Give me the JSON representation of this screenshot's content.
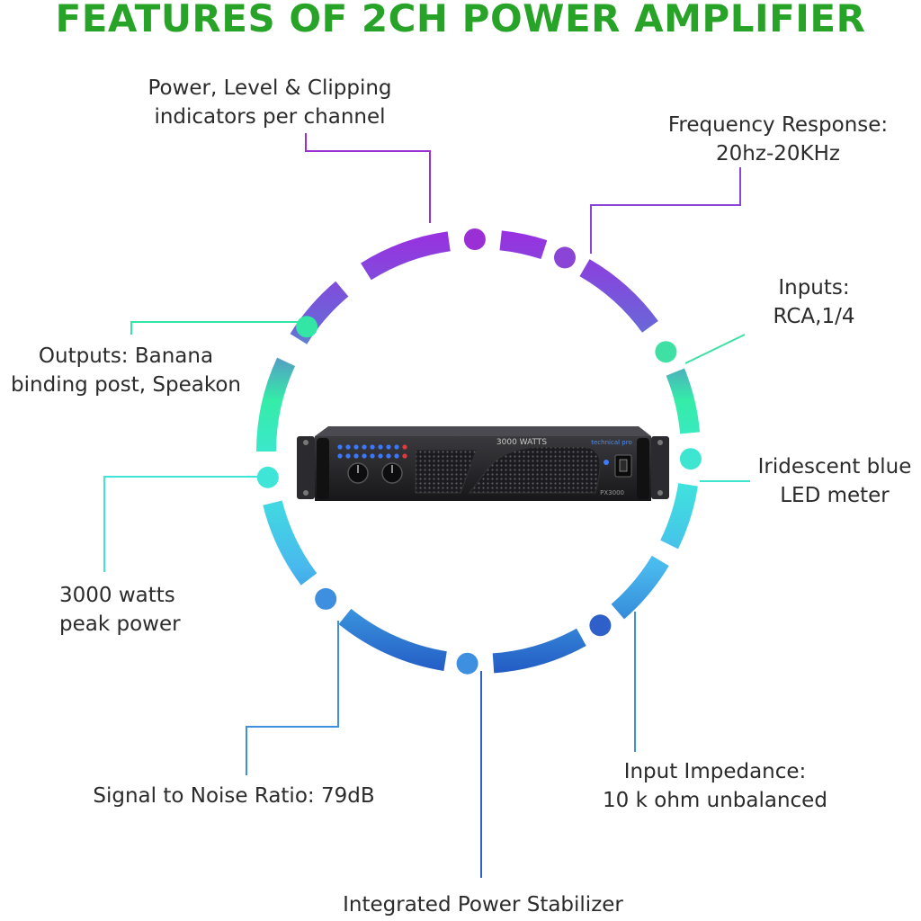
{
  "title": "FEATURES OF 2CH POWER AMPLIFIER",
  "features": [
    {
      "lines": [
        "Power, Level & Clipping",
        "indicators per channel"
      ],
      "color": "#9b2fd6"
    },
    {
      "lines": [
        "Frequency Response:",
        "20hz-20KHz"
      ],
      "color": "#8a44d6"
    },
    {
      "lines": [
        "Inputs:",
        "RCA,1/4"
      ],
      "color": "#3fe0a3"
    },
    {
      "lines": [
        "Outputs: Banana",
        "binding post, Speakon"
      ],
      "color": "#33e6a6"
    },
    {
      "lines": [
        "Iridescent blue",
        "LED meter"
      ],
      "color": "#3ee6d2"
    },
    {
      "lines": [
        "3000 watts",
        "peak power"
      ],
      "color": "#3fe6d8"
    },
    {
      "lines": [
        "Signal to Noise Ratio: 79dB"
      ],
      "color": "#3f8fe0"
    },
    {
      "lines": [
        "Input Impedance:",
        "10 k ohm unbalanced"
      ],
      "color": "#3f8fe0"
    },
    {
      "lines": [
        "Integrated Power Stabilizer"
      ],
      "color": "#2f5fc8"
    }
  ],
  "device": {
    "top_label": "3000 WATTS",
    "brand": "technical pro",
    "model": "PX3000"
  },
  "colors": {
    "title": "#27a327",
    "ring_top": "#9a2fe0",
    "ring_mid": "#35eca8",
    "ring_lower": "#49b9ee",
    "ring_bottom": "#2156c2"
  }
}
